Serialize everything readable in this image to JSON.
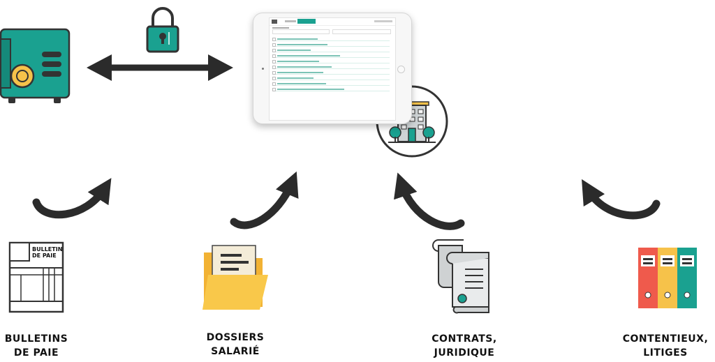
{
  "labels": {
    "bulletins": [
      "BULLETINS",
      "DE PAIE"
    ],
    "dossiers": [
      "DOSSIERS",
      "SALARIÉ"
    ],
    "contrats": [
      "CONTRATS,",
      "JURIDIQUE"
    ],
    "contentieux": [
      "CONTENTIEUX,",
      "LITIGES"
    ]
  },
  "bulletin_doc_title": [
    "BULLETIN",
    "DE PAIE"
  ],
  "icons": {
    "safe": "safe-icon",
    "padlock": "padlock-icon",
    "tablet": "tablet-icon",
    "building": "building-icon",
    "payslip": "payslip-document-icon",
    "folder": "folder-icon",
    "scroll": "contract-scroll-icon",
    "binders": "binders-icon"
  },
  "colors": {
    "teal": "#1aa190",
    "teal_dark": "#0b6f63",
    "yellow": "#f6c24a",
    "red": "#ef5a4c",
    "dark": "#333333",
    "arrow": "#2b2b2b"
  }
}
